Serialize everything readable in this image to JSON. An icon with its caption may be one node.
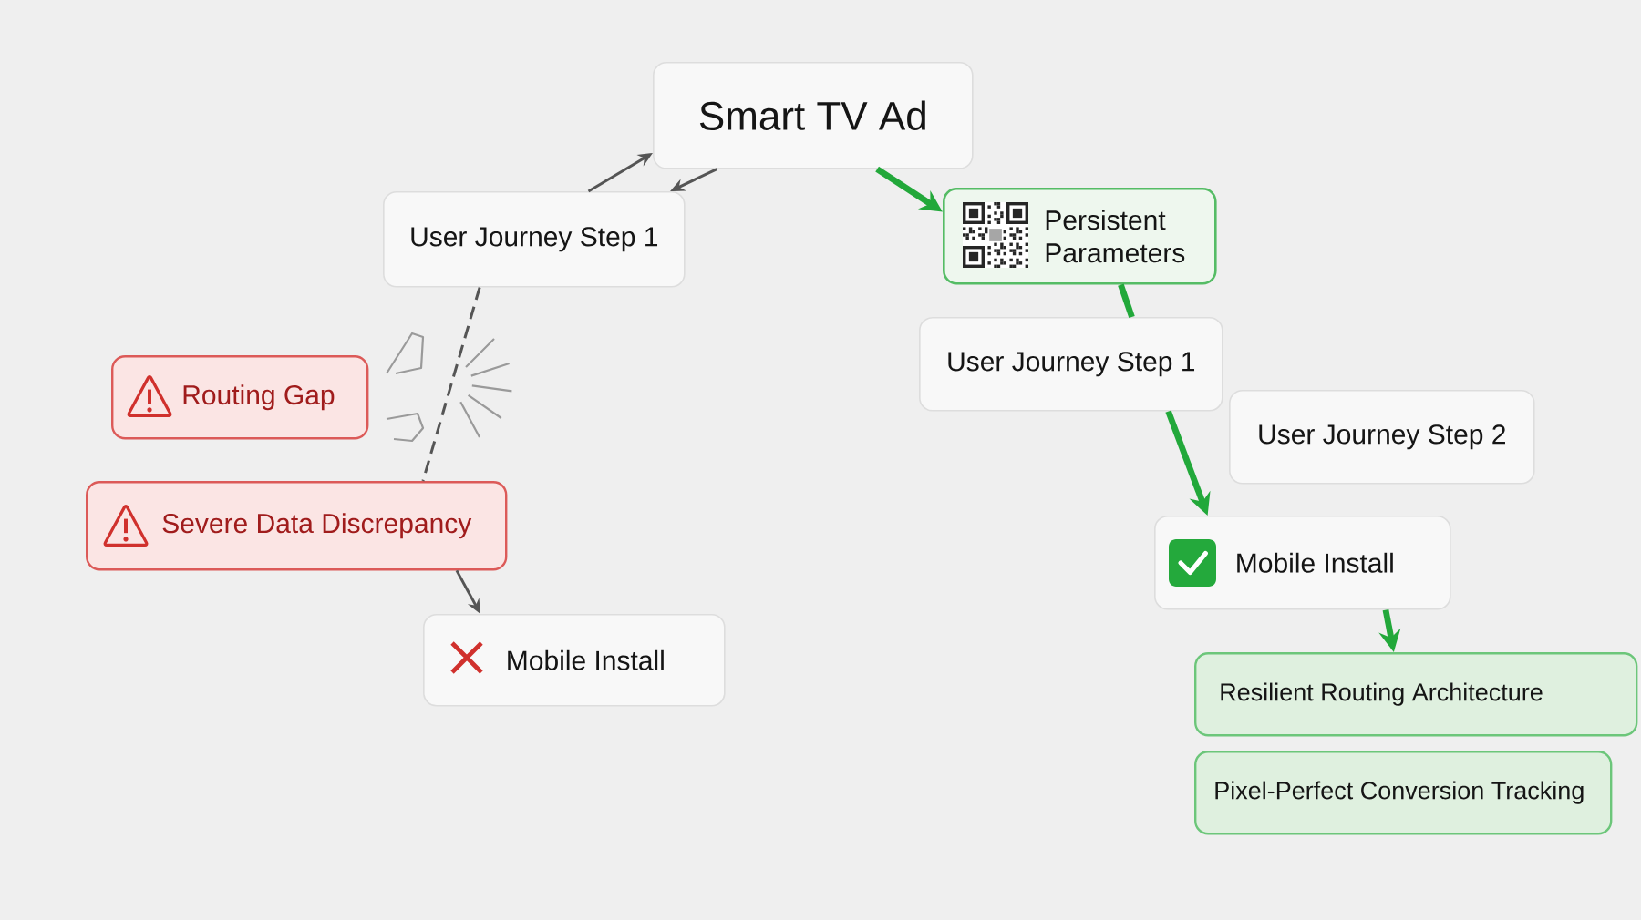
{
  "diagram": {
    "nodes": [
      {
        "text": [
          "Smart TV Ad"
        ]
      },
      {
        "text": [
          "User Journey Step 1"
        ]
      },
      {
        "text": [
          "Routing Gap"
        ]
      },
      {
        "text": [
          "Severe Data Discrepancy"
        ]
      },
      {
        "text": [
          "Mobile Install"
        ]
      },
      {
        "text": [
          "Persistent Parameters"
        ]
      },
      {
        "text": [
          "User Journey Step 1"
        ]
      },
      {
        "text": [
          "User Journey Step 2"
        ]
      },
      {
        "text": [
          "Mobile Install"
        ]
      },
      {
        "text": [
          "Resilient Routing Architecture"
        ]
      },
      {
        "text": [
          "Pixel-Perfect Conversion Tracking"
        ]
      }
    ],
    "edges": [
      {
        "from": 1,
        "to": 0,
        "arrow": "to"
      },
      {
        "from": 0,
        "to": 1,
        "arrow": "to"
      },
      {
        "from": 0,
        "to": 5,
        "arrow": "to",
        "style": "thick",
        "color": "#22a83a"
      },
      {
        "from": 1,
        "to": 3,
        "arrow": "none",
        "style": "dashed"
      },
      {
        "from": 3,
        "to": 4,
        "arrow": "to"
      },
      {
        "from": 5,
        "to": 6,
        "arrow": "none",
        "style": "thick",
        "color": "#22a83a"
      },
      {
        "from": 6,
        "to": 8,
        "arrow": "to",
        "style": "thick",
        "color": "#22a83a"
      },
      {
        "from": 8,
        "to": 9,
        "arrow": "to",
        "style": "thick",
        "color": "#22a83a"
      }
    ]
  }
}
